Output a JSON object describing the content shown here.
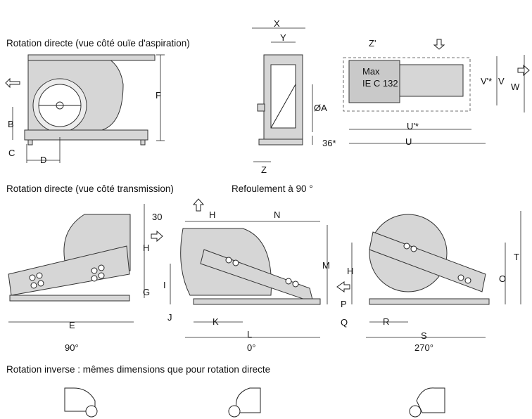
{
  "titles": {
    "direct_suction": "Rotation directe (vue côté ouïe d'aspiration)",
    "direct_transmission": "Rotation directe (vue côté transmission)",
    "discharge_90": "Refoulement à 90 °",
    "reverse": "Rotation inverse : mêmes dimensions que pour rotation directe"
  },
  "dims": {
    "X": "X",
    "Y": "Y",
    "Z": "Z",
    "Zp": "Z'",
    "OA": "ØA",
    "d36": "36*",
    "B": "B",
    "C": "C",
    "D": "D",
    "F": "F",
    "V": "V",
    "Vs": "V'*",
    "W": "W",
    "U": "U",
    "Us": "U'*",
    "E": "E",
    "G": "G",
    "H": "H",
    "d30": "30",
    "I": "I",
    "J": "J",
    "K": "K",
    "L": "L",
    "M": "M",
    "N": "N",
    "O": "O",
    "P": "P",
    "Q": "Q",
    "R": "R",
    "S": "S",
    "T": "T"
  },
  "motor_label": [
    "Max",
    "IE C 132"
  ],
  "angles": [
    "90°",
    "0°",
    "270°"
  ],
  "arrows": [
    "arrow-left",
    "arrow-up",
    "arrow-right"
  ]
}
